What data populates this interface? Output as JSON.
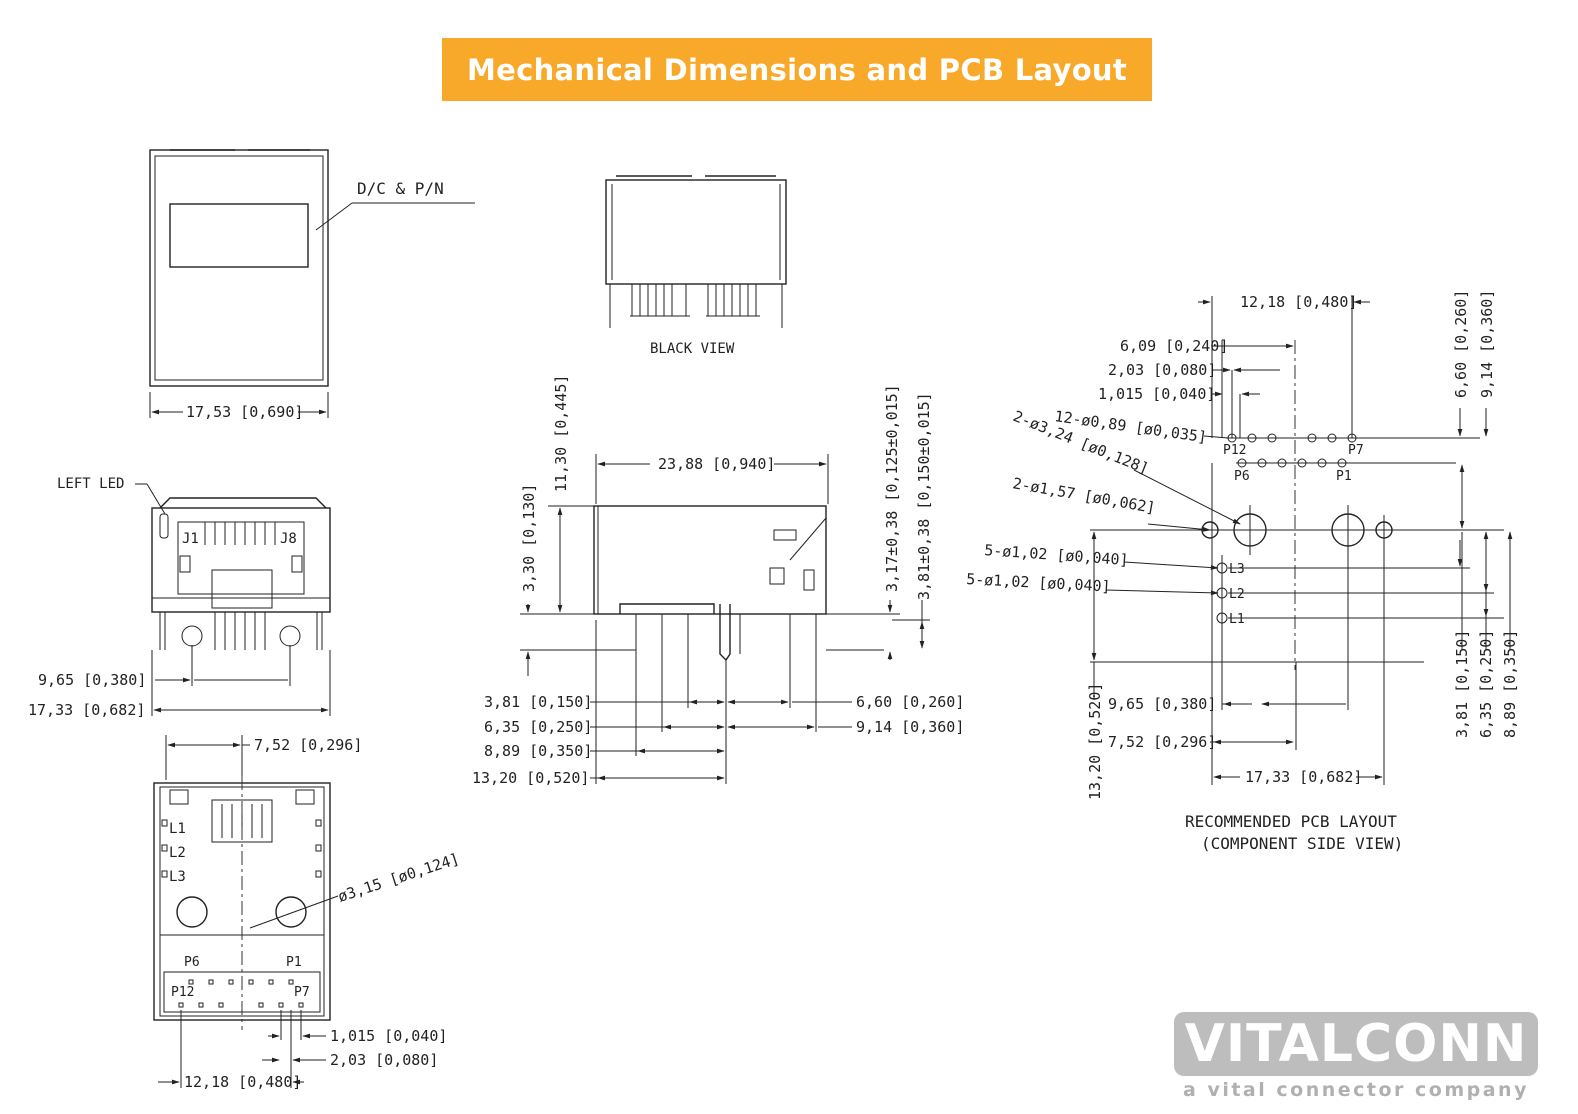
{
  "header": {
    "title": "Mechanical Dimensions and PCB Layout"
  },
  "brand": {
    "logo_text": "VITALCONN",
    "tagline": "a vital connector company",
    "banner_color": "#f9a92a",
    "logo_color": "#bdbdbd"
  },
  "top_view": {
    "label": "D/C & P/N",
    "width_dim": "17,53 [0,690]"
  },
  "front_view": {
    "left_led": "LEFT LED",
    "pin_first": "J1",
    "pin_last": "J8",
    "dim_a": "9,65 [0,380]",
    "dim_b": "17,33 [0,682]"
  },
  "bottom_view": {
    "dim_top": "7,52 [0,296]",
    "hole": "ø3,15 [ø0,124]",
    "led1": "L1",
    "led2": "L2",
    "led3": "L3",
    "p6": "P6",
    "p1": "P1",
    "p12": "P12",
    "p7": "P7",
    "dim_pitch_a": "1,015 [0,040]",
    "dim_pitch_b": "2,03 [0,080]",
    "dim_width": "12,18 [0,480]"
  },
  "back_view": {
    "label": "BLACK VIEW"
  },
  "side_view": {
    "height": "11,30 [0,445]",
    "length": "23,88 [0,940]",
    "standoff": "3,30 [0,130]",
    "tol_a": "3,17±0,38 [0,125±0,015]",
    "tol_b": "3,81±0,38 [0,150±0,015]",
    "left_dims": [
      "3,81 [0,150]",
      "6,35 [0,250]",
      "8,89 [0,350]",
      "13,20 [0,520]"
    ],
    "right_dims": [
      "6,60 [0,260]",
      "9,14 [0,360]"
    ]
  },
  "pcb_layout": {
    "top_width": "12,18 [0,480]",
    "dims_left": [
      "6,09 [0,240]",
      "2,03 [0,080]",
      "1,015 [0,040]"
    ],
    "holes": [
      "12-ø0,89 [ø0,035]",
      "2-ø3,24 [ø0,128]",
      "2-ø1,57 [ø0,062]",
      "5-ø1,02 [ø0,040]",
      "5-ø1,02 [ø0,040]"
    ],
    "p12": "P12",
    "p7": "P7",
    "p6": "P6",
    "p1": "P1",
    "l3": "L3",
    "l2": "L2",
    "l1": "L1",
    "right_top": [
      "6,60 [0,260]",
      "9,14 [0,360]"
    ],
    "right_bottom": [
      "3,81 [0,150]",
      "6,35 [0,250]",
      "8,89 [0,350]"
    ],
    "left_vert": "13,20 [0,520]",
    "bottom_dims": [
      "9,65 [0,380]",
      "7,52 [0,296]",
      "17,33 [0,682]"
    ],
    "caption_line1": "RECOMMENDED PCB LAYOUT",
    "caption_line2": "(COMPONENT SIDE VIEW)"
  }
}
